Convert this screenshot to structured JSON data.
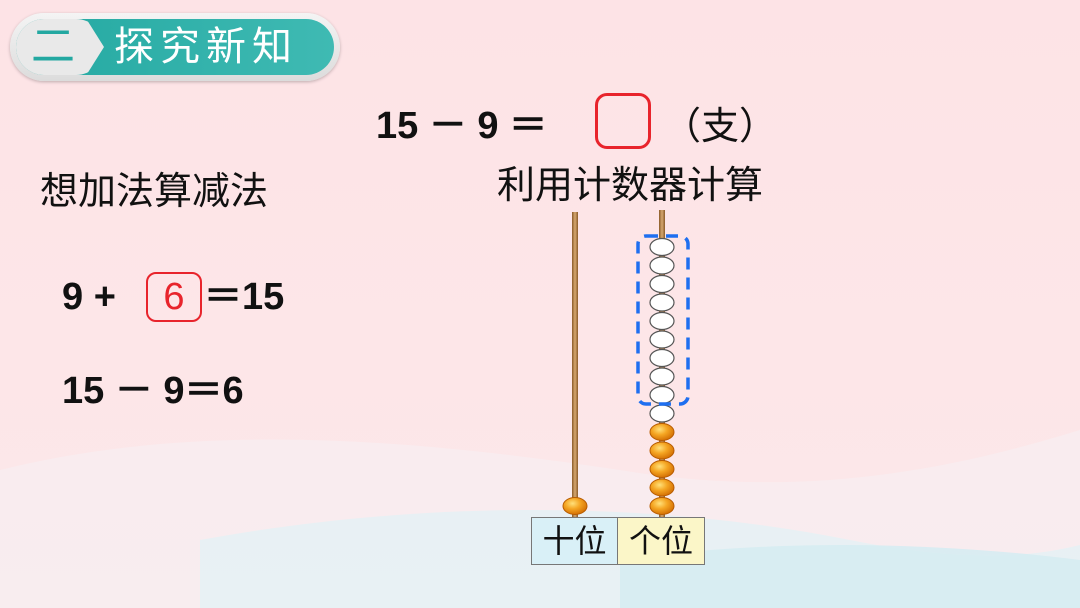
{
  "header": {
    "number": "二",
    "title": "探究新知"
  },
  "problem": {
    "equation": "15 － 9 ＝",
    "unit": "（支）"
  },
  "left": {
    "title": "想加法算减法",
    "addition": {
      "prefix": "9 + ",
      "boxed": "6",
      "suffix": "＝15"
    },
    "subtraction": "15 － 9＝6"
  },
  "abacus": {
    "caption": "利用计数器计算",
    "labels": {
      "tens": "十位",
      "ones": "个位"
    },
    "tens_beads": 1,
    "ones_beads_filled": 5,
    "ones_beads_removed": 9,
    "colors": {
      "bead_orange": "#f08a10",
      "rod": "#b07a3c",
      "highlight_dash": "#1e6ff0",
      "answer_box": "#e8242c"
    }
  }
}
